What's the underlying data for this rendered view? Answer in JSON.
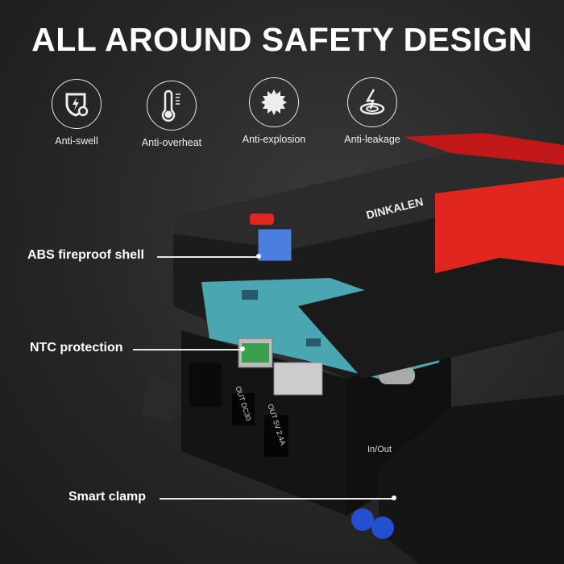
{
  "title": "ALL AROUND SAFETY DESIGN",
  "features": [
    {
      "label": "Anti-swell",
      "icon": "shield-bolt-icon"
    },
    {
      "label": "Anti-overheat",
      "icon": "thermometer-icon"
    },
    {
      "label": "Anti-explosion",
      "icon": "burst-icon"
    },
    {
      "label": "Anti-leakage",
      "icon": "lightning-ground-icon"
    }
  ],
  "callouts": {
    "shell": "ABS fireproof shell",
    "ntc": "NTC protection",
    "clamp": "Smart clamp"
  },
  "product": {
    "brand": "DINKALEN",
    "ports": {
      "dc": "OUT DC30",
      "usb": "OUT 5V 2.4A",
      "inout": "In/Out"
    }
  },
  "colors": {
    "accent": "#e0261f",
    "screen": "#4a7fe0",
    "pcb": "#4aa6b0",
    "connector": "#2450d0"
  }
}
